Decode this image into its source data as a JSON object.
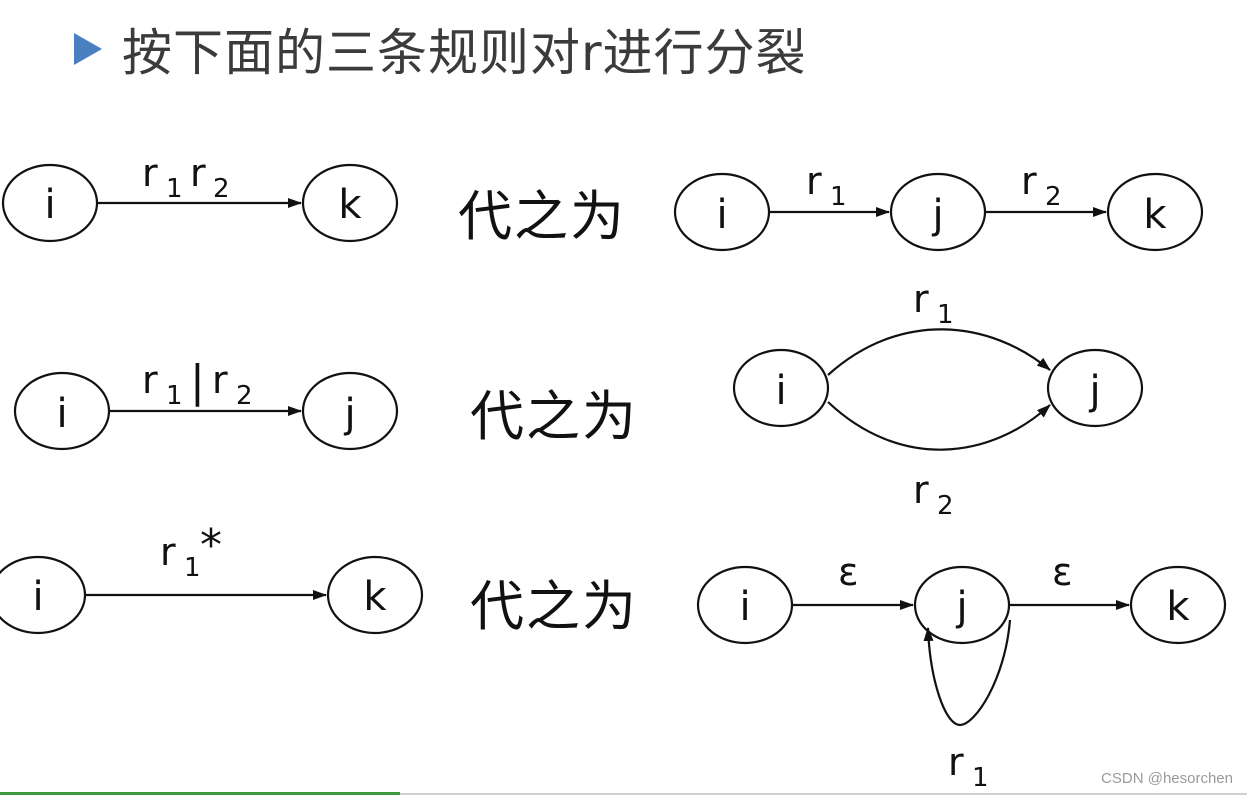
{
  "title": "按下面的三条规则对r进行分裂",
  "replace_label": "代之为",
  "watermark": "CSDN @hesorchen",
  "rules": [
    {
      "left": {
        "from": "i",
        "to": "k",
        "label_base_1": "r",
        "label_sub_1": "1",
        "label_base_2": "r",
        "label_sub_2": "2"
      },
      "right": {
        "nodes": [
          "i",
          "j",
          "k"
        ],
        "edge1": {
          "base": "r",
          "sub": "1"
        },
        "edge2": {
          "base": "r",
          "sub": "2"
        }
      }
    },
    {
      "left": {
        "from": "i",
        "to": "j",
        "label_base_1": "r",
        "label_sub_1": "1",
        "label_sep": "|",
        "label_base_2": "r",
        "label_sub_2": "2"
      },
      "right": {
        "nodes": [
          "i",
          "j"
        ],
        "upper": {
          "base": "r",
          "sub": "1"
        },
        "lower": {
          "base": "r",
          "sub": "2"
        }
      }
    },
    {
      "left": {
        "from": "i",
        "to": "k",
        "label_base": "r",
        "label_sub": "1",
        "label_star": "*"
      },
      "right": {
        "nodes": [
          "i",
          "j",
          "k"
        ],
        "eps1": "ε",
        "eps2": "ε",
        "loop": {
          "base": "r",
          "sub": "1"
        }
      }
    }
  ]
}
